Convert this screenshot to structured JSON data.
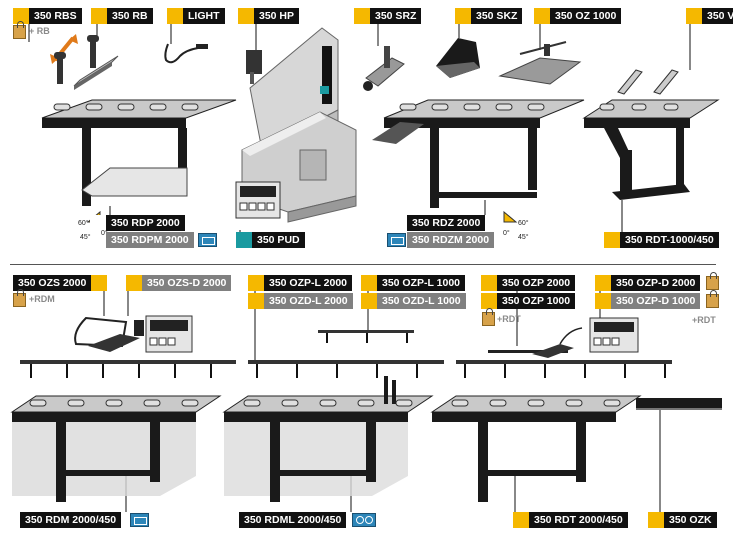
{
  "labels_top": [
    {
      "id": "350-rbs",
      "text": "350 RBS"
    },
    {
      "id": "350-rb",
      "text": "350 RB"
    },
    {
      "id": "light",
      "text": "LIGHT"
    },
    {
      "id": "350-hp",
      "text": "350 HP"
    },
    {
      "id": "350-srz",
      "text": "350 SRZ"
    },
    {
      "id": "350-skz",
      "text": "350 SKZ"
    },
    {
      "id": "350-oz-1000",
      "text": "350 OZ 1000"
    },
    {
      "id": "350-v",
      "text": "350 V"
    },
    {
      "id": "350-rdp-2000",
      "text": "350 RDP 2000"
    },
    {
      "id": "350-rdpm-2000",
      "text": "350 RDPM 2000"
    },
    {
      "id": "350-pud",
      "text": "350 PUD"
    },
    {
      "id": "350-rdz-2000",
      "text": "350 RDZ 2000"
    },
    {
      "id": "350-rdzm-2000",
      "text": "350 RDZM 2000"
    },
    {
      "id": "350-rdt-1000-450",
      "text": "350 RDT-1000/450"
    }
  ],
  "labels_bottom": [
    {
      "id": "350-ozs-2000",
      "text": "350 OZS 2000"
    },
    {
      "id": "350-ozs-d-2000",
      "text": "350 OZS-D 2000"
    },
    {
      "id": "350-ozp-l-2000",
      "text": "350 OZP-L 2000"
    },
    {
      "id": "350-ozd-l-2000",
      "text": "350 OZD-L 2000"
    },
    {
      "id": "350-ozp-l-1000",
      "text": "350 OZP-L 1000"
    },
    {
      "id": "350-ozd-l-1000",
      "text": "350 OZD-L 1000"
    },
    {
      "id": "350-ozp-2000",
      "text": "350 OZP 2000"
    },
    {
      "id": "350-ozp-1000",
      "text": "350 OZP 1000"
    },
    {
      "id": "350-ozp-d-2000",
      "text": "350 OZP-D 2000"
    },
    {
      "id": "350-ozp-d-1000",
      "text": "350 OZP-D 1000"
    },
    {
      "id": "350-rdm-2000-450",
      "text": "350 RDM 2000/450"
    },
    {
      "id": "350-rdml-2000-450",
      "text": "350 RDML 2000/450"
    },
    {
      "id": "350-rdt-2000-450",
      "text": "350 RDT 2000/450"
    },
    {
      "id": "350-ozk",
      "text": "350 OZK"
    }
  ],
  "options": {
    "rb": "+ RB",
    "rdm": "+RDM",
    "rdt_a": "+RDT",
    "rdt_b": "+RDT"
  },
  "angles": {
    "rdp_60": "60°",
    "rdp_45": "45°",
    "rdp_0": "0°",
    "rdz_60": "60°",
    "rdz_0": "0°",
    "rdz_45": "45°"
  },
  "colors": {
    "accent_yellow": "#f5b800",
    "label_black": "#111111",
    "label_grey": "#808080",
    "pud_teal": "#1a9aa0",
    "icon_blue": "#2d86b9",
    "arrow_orange": "#e07a1a"
  }
}
